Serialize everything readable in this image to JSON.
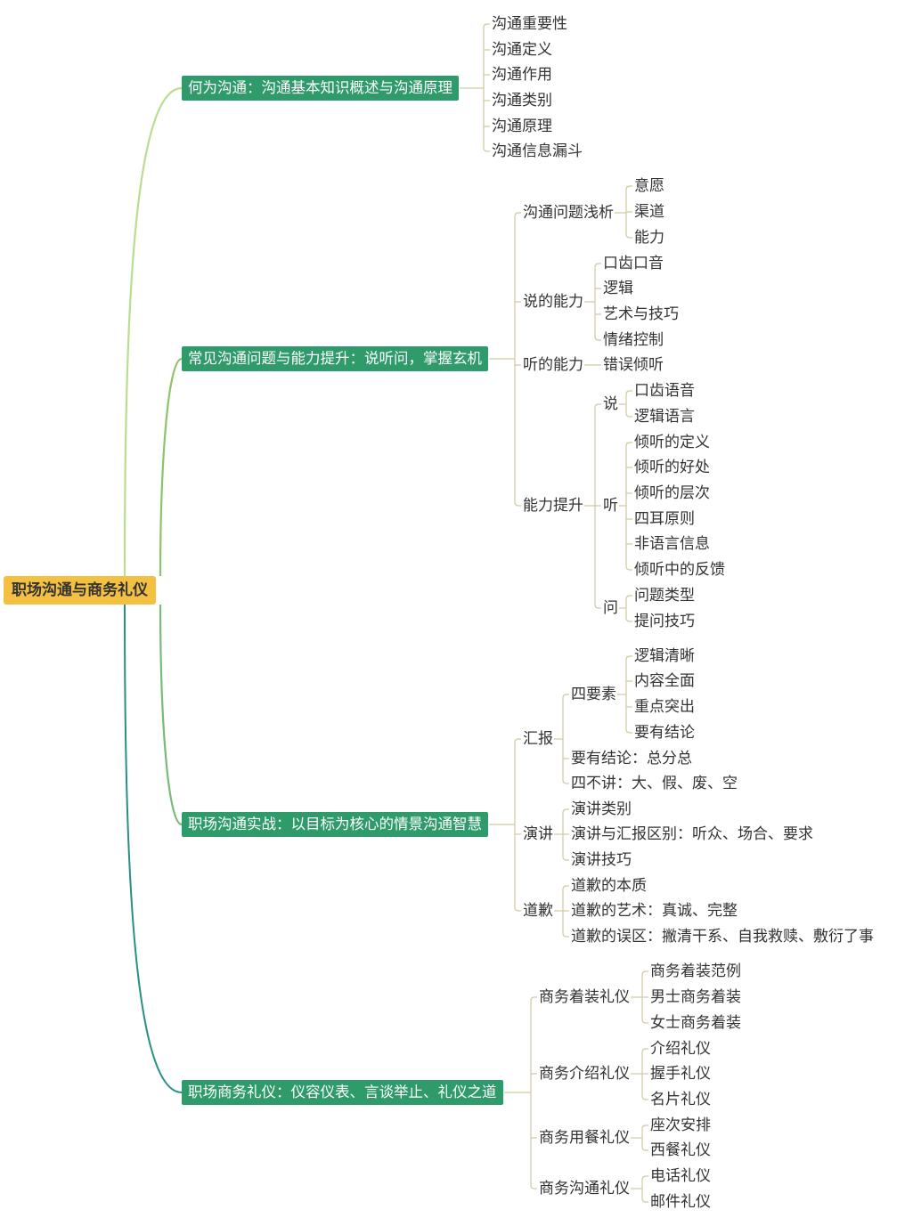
{
  "root": {
    "label": "职场沟通与商务礼仪",
    "children": [
      {
        "label": "何为沟通：沟通基本知识概述与沟通原理",
        "children": [
          {
            "label": "沟通重要性"
          },
          {
            "label": "沟通定义"
          },
          {
            "label": "沟通作用"
          },
          {
            "label": "沟通类别"
          },
          {
            "label": "沟通原理"
          },
          {
            "label": "沟通信息漏斗"
          }
        ]
      },
      {
        "label": "常见沟通问题与能力提升：说听问，掌握玄机",
        "children": [
          {
            "label": "沟通问题浅析",
            "children": [
              {
                "label": "意愿"
              },
              {
                "label": "渠道"
              },
              {
                "label": "能力"
              }
            ]
          },
          {
            "label": "说的能力",
            "children": [
              {
                "label": "口齿口音"
              },
              {
                "label": "逻辑"
              },
              {
                "label": "艺术与技巧"
              },
              {
                "label": "情绪控制"
              }
            ]
          },
          {
            "label": "听的能力",
            "children": [
              {
                "label": "错误倾听"
              }
            ]
          },
          {
            "label": "能力提升",
            "children": [
              {
                "label": "说",
                "children": [
                  {
                    "label": "口齿语音"
                  },
                  {
                    "label": "逻辑语言"
                  }
                ]
              },
              {
                "label": "听",
                "children": [
                  {
                    "label": "倾听的定义"
                  },
                  {
                    "label": "倾听的好处"
                  },
                  {
                    "label": "倾听的层次"
                  },
                  {
                    "label": "四耳原则"
                  },
                  {
                    "label": "非语言信息"
                  },
                  {
                    "label": "倾听中的反馈"
                  }
                ]
              },
              {
                "label": "问",
                "children": [
                  {
                    "label": "问题类型"
                  },
                  {
                    "label": "提问技巧"
                  }
                ]
              }
            ]
          }
        ]
      },
      {
        "label": "职场沟通实战：以目标为核心的情景沟通智慧",
        "children": [
          {
            "label": "汇报",
            "children": [
              {
                "label": "四要素",
                "children": [
                  {
                    "label": "逻辑清晰"
                  },
                  {
                    "label": "内容全面"
                  },
                  {
                    "label": "重点突出"
                  },
                  {
                    "label": "要有结论"
                  }
                ]
              },
              {
                "label": "要有结论：总分总"
              },
              {
                "label": "四不讲：大、假、废、空"
              }
            ]
          },
          {
            "label": "演讲",
            "children": [
              {
                "label": "演讲类别"
              },
              {
                "label": "演讲与汇报区别：听众、场合、要求"
              },
              {
                "label": "演讲技巧"
              }
            ]
          },
          {
            "label": "道歉",
            "children": [
              {
                "label": "道歉的本质"
              },
              {
                "label": "道歉的艺术：真诚、完整"
              },
              {
                "label": "道歉的误区：撇清干系、自我救赎、敷衍了事"
              }
            ]
          }
        ]
      },
      {
        "label": "职场商务礼仪：仪容仪表、言谈举止、礼仪之道",
        "children": [
          {
            "label": "商务着装礼仪",
            "children": [
              {
                "label": "商务着装范例"
              },
              {
                "label": "男士商务着装"
              },
              {
                "label": "女士商务着装"
              }
            ]
          },
          {
            "label": "商务介绍礼仪",
            "children": [
              {
                "label": "介绍礼仪"
              },
              {
                "label": "握手礼仪"
              },
              {
                "label": "名片礼仪"
              }
            ]
          },
          {
            "label": "商务用餐礼仪",
            "children": [
              {
                "label": "座次安排"
              },
              {
                "label": "西餐礼仪"
              }
            ]
          },
          {
            "label": "商务沟通礼仪",
            "children": [
              {
                "label": "电话礼仪"
              },
              {
                "label": "邮件礼仪"
              }
            ]
          }
        ]
      }
    ]
  },
  "colors": {
    "root_fill": "#f4c042",
    "topic_fill": "#2f9b6b",
    "branch_colors": [
      "#b9de92",
      "#8cc46a",
      "#78bb78",
      "#2a8f83"
    ],
    "connector": "#cfc9a0"
  }
}
